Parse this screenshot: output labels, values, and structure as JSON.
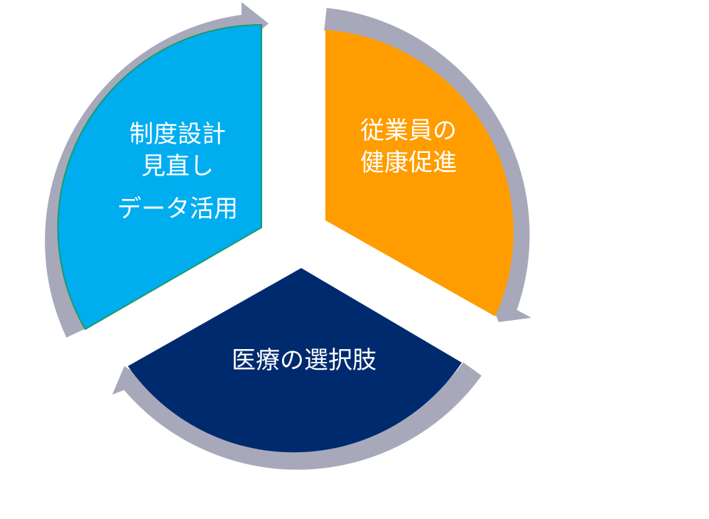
{
  "colors": {
    "ring_arrow": "#a7a9bb",
    "segment_policy": "#00adef",
    "segment_policy_edge": "#1b9a6b",
    "segment_health": "#ff9c00",
    "segment_medical": "#002a6e",
    "label_text": "#ffffff"
  },
  "segments": {
    "policy": {
      "line1": "制度設計",
      "line2": "見直し",
      "line3": "データ活用"
    },
    "health": {
      "line1": "従業員の",
      "line2": "健康促進"
    },
    "medical": {
      "line1": "医療の選択肢"
    }
  },
  "icons": {
    "cycle_arrows": "clockwise-curved-arrow-icon"
  }
}
